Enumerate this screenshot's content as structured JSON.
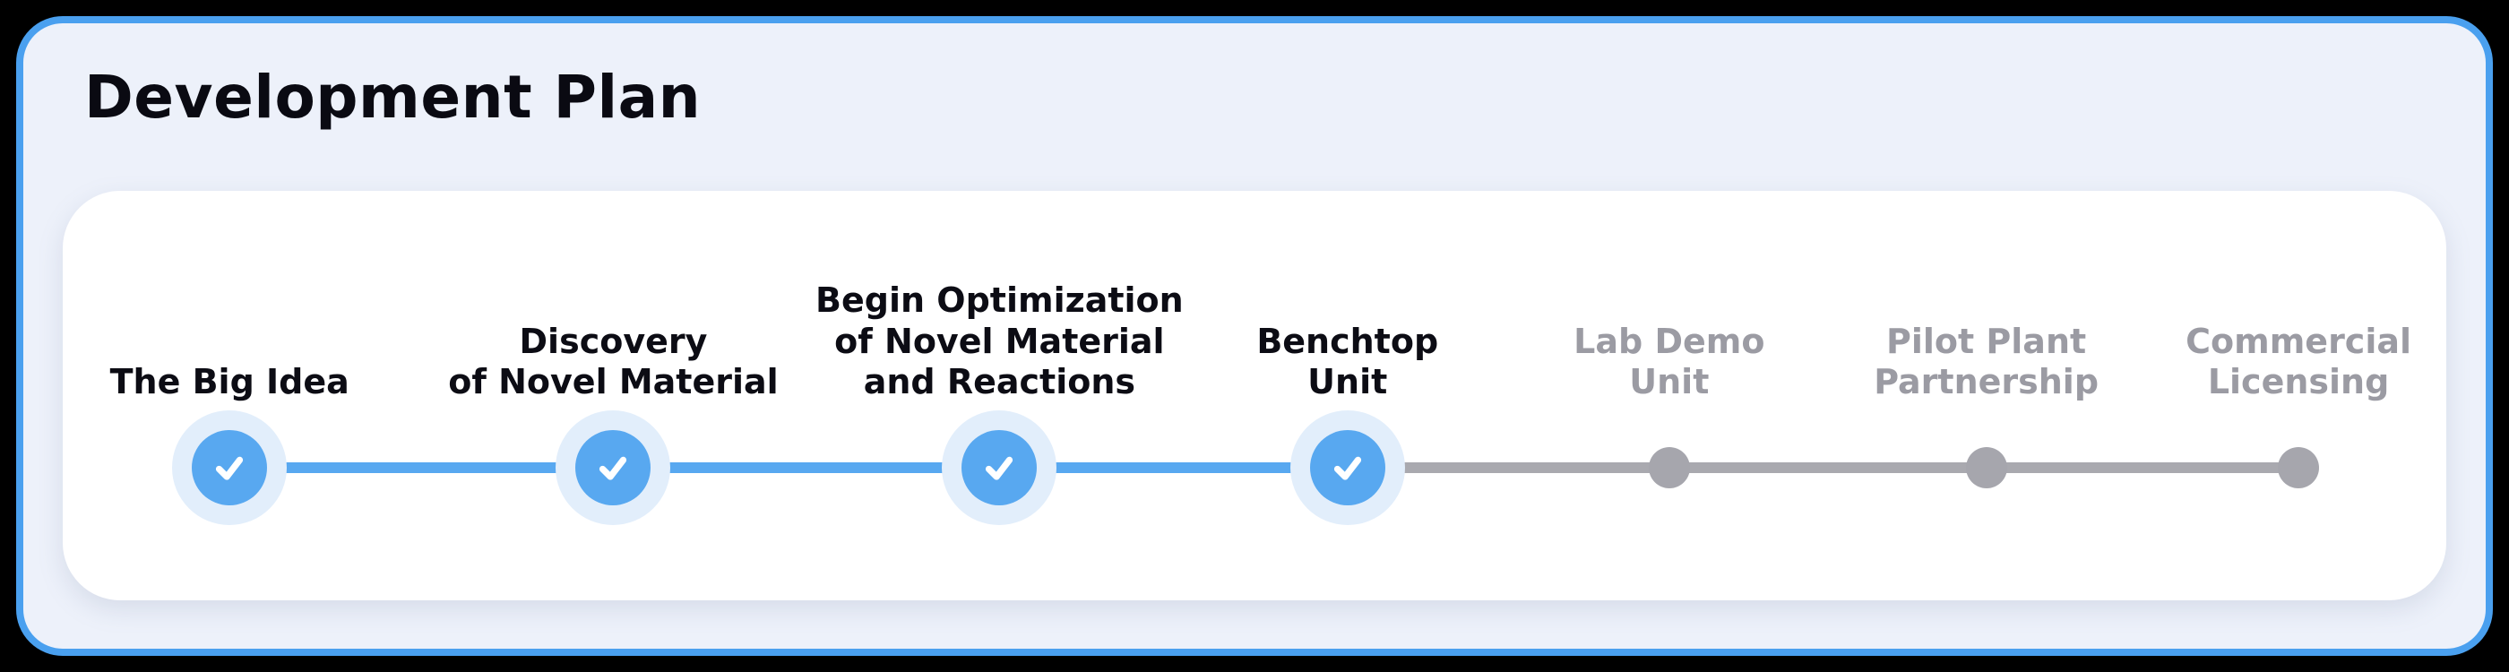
{
  "title": "Development Plan",
  "colors": {
    "page_bg": "#000000",
    "card_bg": "#edf1fa",
    "card_border": "#4aa0ef",
    "panel_bg": "#ffffff",
    "accent": "#58a8f0",
    "halo": "#e2eefb",
    "upcoming_track": "#a9a9af",
    "upcoming_dot": "#a6a6ad",
    "label_completed": "#0c0c14",
    "label_upcoming": "#9b9ba3",
    "title": "#0a0a12"
  },
  "icons": {
    "check": "✓"
  },
  "timeline": {
    "completed_count": 4,
    "total_count": 7,
    "milestones": [
      {
        "label": "The Big Idea",
        "status": "completed"
      },
      {
        "label": "Discovery\nof Novel Material",
        "status": "completed"
      },
      {
        "label": "Begin Optimization\nof Novel Material\nand Reactions",
        "status": "completed"
      },
      {
        "label": "Benchtop\nUnit",
        "status": "completed"
      },
      {
        "label": "Lab Demo\nUnit",
        "status": "upcoming"
      },
      {
        "label": "Pilot Plant\nPartnership",
        "status": "upcoming"
      },
      {
        "label": "Commercial\nLicensing",
        "status": "upcoming"
      }
    ]
  }
}
